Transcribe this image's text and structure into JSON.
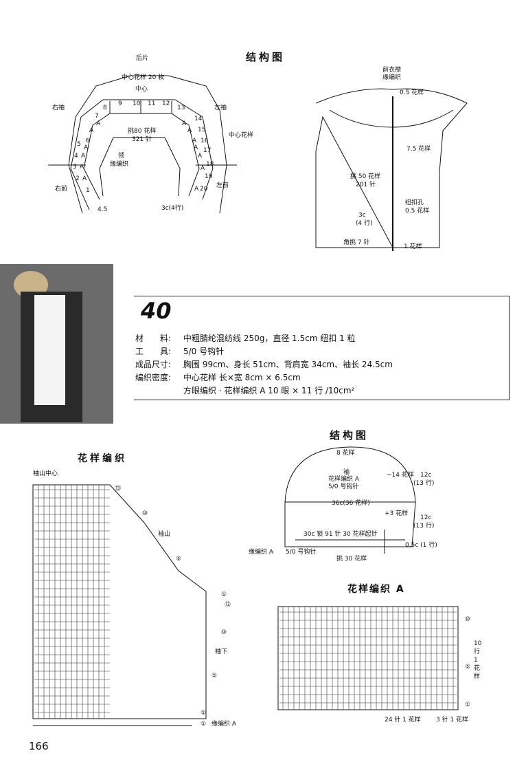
{
  "top_diagram": {
    "title": "结构图",
    "collar": {
      "back": "后片",
      "center_pattern": "中心花样 20 枚",
      "center": "中心",
      "right_sleeve": "右袖",
      "left_sleeve": "左袖",
      "center_pattern_right": "中心花样",
      "pick": "挑80 花样",
      "stitches": "321 针",
      "collar_edge_1": "领",
      "collar_edge_2": "缘编织",
      "right_front": "右前",
      "left_front": "左前",
      "bottom_val": "4.5",
      "rows": "3c(4行)",
      "segments": [
        "8",
        "9",
        "10",
        "11",
        "12",
        "13",
        "7",
        "A",
        "A",
        "A",
        "A",
        "14",
        "6",
        "A",
        "15",
        "5",
        "A",
        "A",
        "16",
        "4",
        "A",
        "A",
        "17",
        "3",
        "A",
        "A",
        "18",
        "2",
        "A",
        "19",
        "1",
        "A",
        "20"
      ]
    },
    "cardigan": {
      "front_edge_1": "前衣襟",
      "front_edge_2": "缘编织",
      "top_rep": "0.5 花样",
      "mid_rep": "7.5 花样",
      "pick50": "挑 50 花样",
      "st201": "201 针",
      "buttonhole": "纽扣孔",
      "buttonhole_rep": "0.5 花样",
      "c3": "3c",
      "rows4": "(4 行)",
      "corner": "角挑 7 针",
      "bottom_rep": "1 花样"
    }
  },
  "spec": {
    "number": "40",
    "rows": [
      {
        "k": "材　　料:",
        "v": "中粗腈纶混纺线 250g，直径 1.5cm 纽扣 1 粒"
      },
      {
        "k": "工　　具:",
        "v": "5/0 号钩针"
      },
      {
        "k": "成品尺寸:",
        "v": "胸围 99cm、身长 51cm、背肩宽 34cm、袖长 24.5cm"
      },
      {
        "k": "编织密度:",
        "v": "中心花样  长×宽  8cm × 6.5cm"
      },
      {
        "k": "",
        "v": "方眼编织 · 花样编织 A  10 眼 × 11 行 /10cm²"
      }
    ]
  },
  "sleeve": {
    "title": "结构图",
    "top": "8 花样",
    "sleeve": "袖",
    "pattern": "花样编织 A",
    "hook": "5/0 号钩针",
    "minus14": "−14 花样",
    "w36": "36c(36 花样)",
    "plus3": "+3 花样",
    "c12a": "12c",
    "r13a": "(13 行)",
    "c12b": "12c",
    "r13b": "(13 行)",
    "start": "30c 锁 91 针 30 花样起针",
    "c05": "0.5c (1 行)",
    "edge": "缘编织 A",
    "edge_hook": "5/0 号钩针",
    "pick30": "挑 30 花样"
  },
  "chart_left": {
    "title": "花样编织",
    "center": "袖山中心",
    "cap": "袖山",
    "underarm": "袖下",
    "edge": "缘编织 A",
    "rows": [
      "⑬",
      "⑩",
      "⑤",
      "①",
      "⑬",
      "⑩",
      "⑤",
      "①",
      "①"
    ]
  },
  "chart_right": {
    "title": "花样编织 A",
    "rows": [
      "⑩",
      "⑤",
      "①"
    ],
    "side_label": "10 行 1 花样",
    "bottom_left": "24 针 1 花样",
    "bottom_right": "3 针 1 花样"
  },
  "page_number": "166"
}
